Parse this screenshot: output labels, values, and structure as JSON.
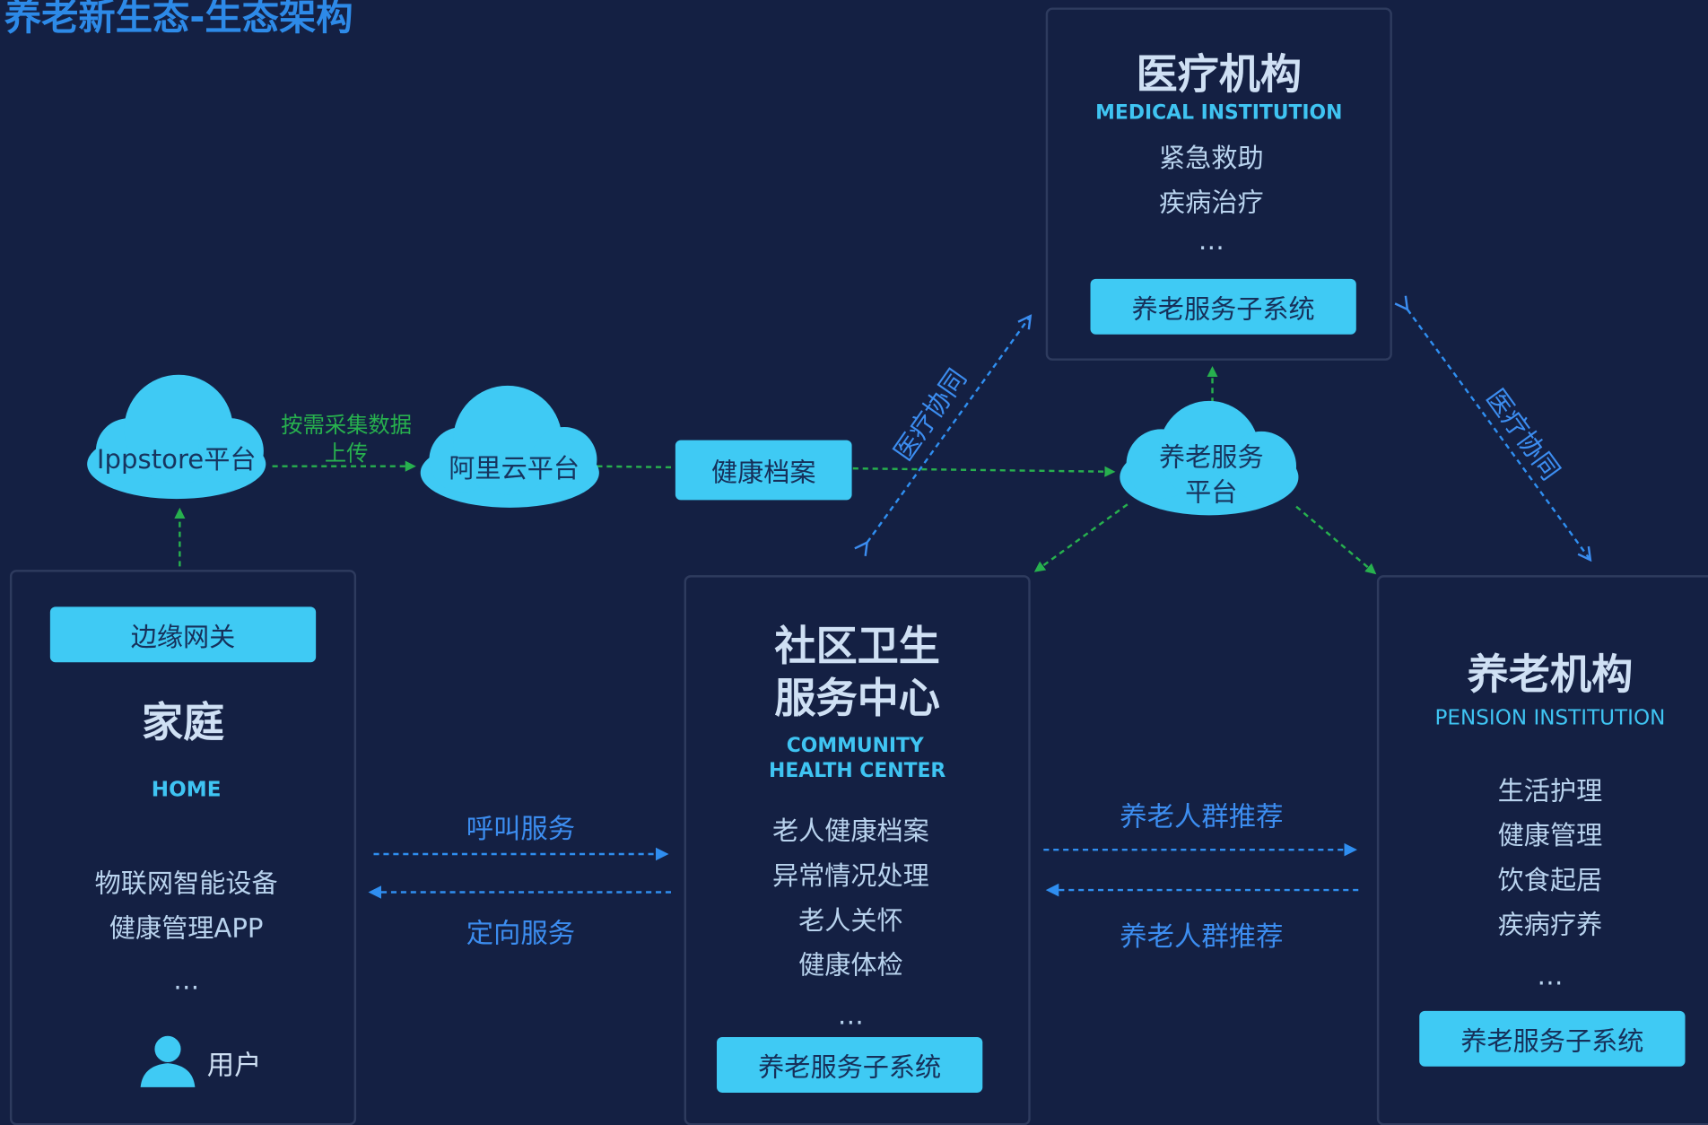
{
  "title": "养老新生态-生态架构",
  "medical": {
    "title": "医疗机构",
    "subtitle": "MEDICAL INSTITUTION",
    "items": [
      "紧急救助",
      "疾病治疗",
      "…"
    ],
    "button": "养老服务子系统"
  },
  "home": {
    "gateway": "边缘网关",
    "title": "家庭",
    "subtitle": "HOME",
    "items": [
      "物联网智能设备",
      "健康管理APP",
      "…"
    ],
    "user_label": "用户"
  },
  "community": {
    "title_line1": "社区卫生",
    "title_line2": "服务中心",
    "subtitle_line1": "COMMUNITY",
    "subtitle_line2": "HEALTH CENTER",
    "items": [
      "老人健康档案",
      "异常情况处理",
      "老人关怀",
      "健康体检",
      "…"
    ],
    "button": "养老服务子系统"
  },
  "pension": {
    "title": "养老机构",
    "subtitle": "PENSION INSTITUTION",
    "items": [
      "生活护理",
      "健康管理",
      "饮食起居",
      "疾病疗养",
      "…"
    ],
    "button": "养老服务子系统"
  },
  "clouds": {
    "ippstore": "Ippstore平台",
    "aliyun": "阿里云平台",
    "service_line1": "养老服务",
    "service_line2": "平台"
  },
  "health_record": "健康档案",
  "labels": {
    "collect_line1": "按需采集数据",
    "collect_line2": "上传",
    "medical_coop_left": "医疗协同",
    "medical_coop_right": "医疗协同",
    "call_service": "呼叫服务",
    "directed_service": "定向服务",
    "recommend_top": "养老人群推荐",
    "recommend_bottom": "养老人群推荐"
  },
  "colors": {
    "background": "#142043",
    "accent_cyan": "#3fcaf4",
    "link_blue": "#3c8df0",
    "flow_green": "#27b04e",
    "title_blue": "#2d8ae8"
  },
  "icons": [
    "cloud-icon",
    "user-icon"
  ]
}
